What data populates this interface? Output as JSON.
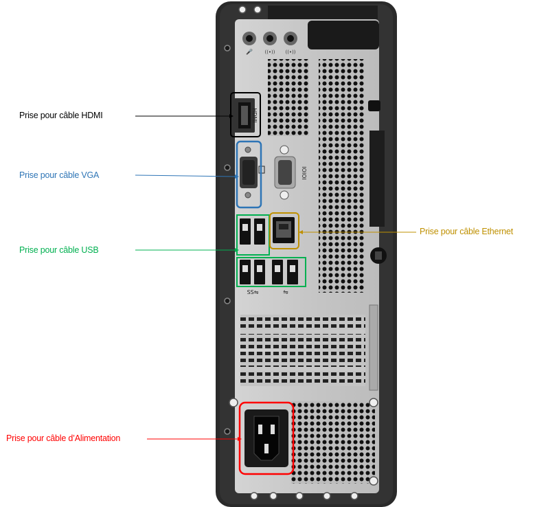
{
  "labels": {
    "hdmi": "Prise pour câble HDMI",
    "vga": "Prise pour câble VGA",
    "usb": "Prise pour câble USB",
    "ethernet": "Prise pour câble Ethernet",
    "power": "Prise pour câble d’Alimentation"
  },
  "port_marks": {
    "hdmi": "HDMI",
    "serial": "IOIOI",
    "usb3": "SS⇋",
    "usb2": "⇋"
  },
  "colors": {
    "hdmi": "#000000",
    "vga": "#2E75B6",
    "usb": "#00B050",
    "ethernet": "#BF9000",
    "power": "#FF0000",
    "case_frame": "#2b2b2b",
    "panel": "#c8c8c8"
  }
}
